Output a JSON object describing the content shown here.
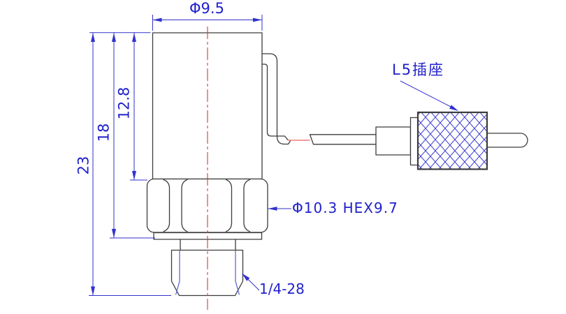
{
  "dimensions": {
    "top_diameter": "Φ9.5",
    "overall_height": "23",
    "height_to_washer": "18",
    "height_to_hex": "12.8"
  },
  "callouts": {
    "hex": "Φ10.3 HEX9.7",
    "thread": "1/4-28",
    "connector": "L5插座"
  },
  "colors": {
    "dimension_blue": "#3232cd",
    "label_blue": "#2121cc",
    "line_dark": "#3c3c3c",
    "centerline_red": "#e03535",
    "wire_red": "#f07a7a",
    "hatch_blue": "#3a3ad0",
    "thread_blue": "#5b5bd6"
  }
}
